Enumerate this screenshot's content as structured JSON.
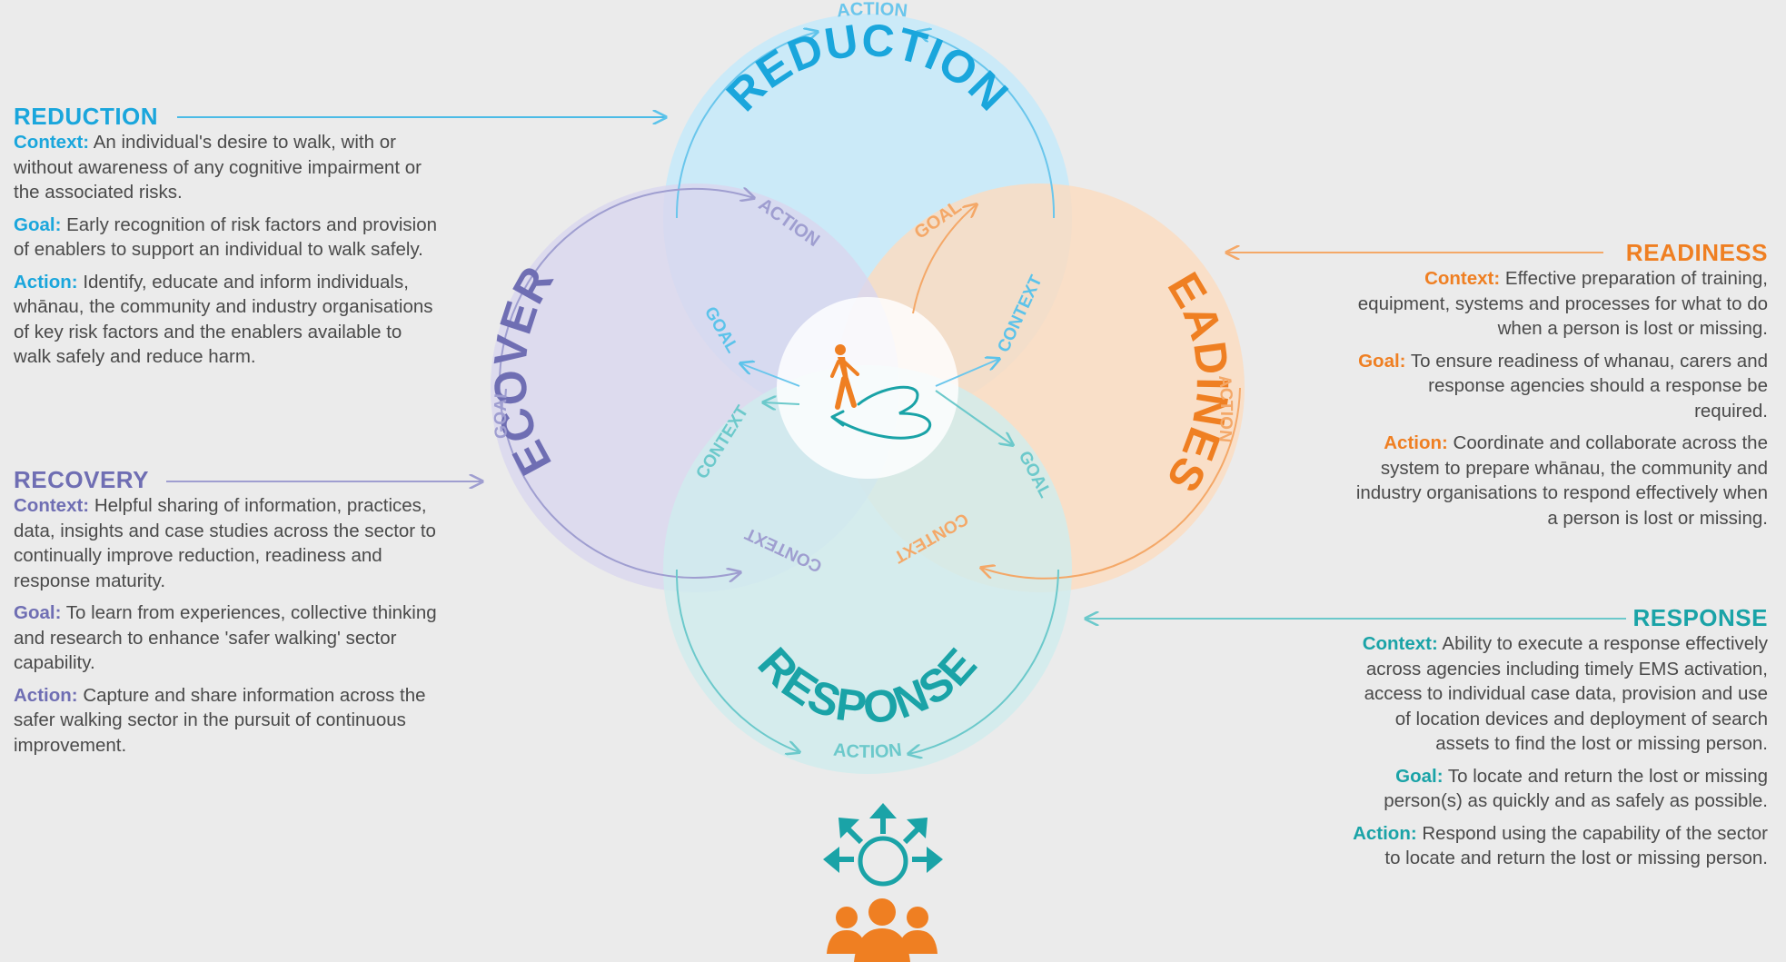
{
  "reduction": {
    "title": "REDUCTION",
    "context_label": "Context:",
    "context": "An individual's desire to walk, with or without awareness of any cognitive impairment or the associated risks.",
    "goal_label": "Goal:",
    "goal": "Early recognition of risk factors and provision of enablers to support an individual to walk safely.",
    "action_label": "Action:",
    "action": "Identify, educate and inform individuals, whānau, the community and industry organisations of key risk factors and the enablers available to walk safely and reduce harm."
  },
  "recovery": {
    "title": "RECOVERY",
    "context_label": "Context:",
    "context": "Helpful sharing of information, practices, data, insights and case studies across the sector to continually improve reduction, readiness and response maturity.",
    "goal_label": "Goal:",
    "goal": "To learn from experiences, collective thinking and research to enhance 'safer walking' sector capability.",
    "action_label": "Action:",
    "action": "Capture and share information across the safer walking sector in the pursuit of continuous improvement."
  },
  "readiness": {
    "title": "READINESS",
    "context_label": "Context:",
    "context": "Effective preparation of training, equipment, systems and processes for what to do when a person is lost or missing.",
    "goal_label": "Goal:",
    "goal": "To ensure readiness of whanau, carers and response agencies should a response be required.",
    "action_label": "Action:",
    "action": "Coordinate and collaborate across the system to prepare whānau, the community and industry organisations to respond effectively when a person is lost or missing."
  },
  "response": {
    "title": "RESPONSE",
    "context_label": "Context:",
    "context": "Ability to execute a response effectively across agencies including timely EMS activation, access to individual case data, provision and use of location devices and deployment of search assets to find the lost or missing person.",
    "goal_label": "Goal:",
    "goal": "To locate and return the lost or missing person(s) as quickly and as safely as possible.",
    "action_label": "Action:",
    "action": "Respond using the capability of the sector to locate and return the lost or missing person."
  },
  "diagram": {
    "reduction": "REDUCTION",
    "readiness": "READINESS",
    "response": "RESPONSE",
    "recovery": "RECOVERY",
    "action": "ACTION",
    "goal": "GOAL",
    "context": "CONTEXT"
  },
  "colors": {
    "reduction": "#1aa6dc",
    "recovery": "#6f6eb3",
    "readiness": "#ef7f22",
    "response": "#1aa3a7",
    "background": "#ebebeb"
  },
  "icons": [
    "walking-person-icon",
    "path-loop-icon",
    "arrows-out-icon",
    "people-group-icon"
  ]
}
